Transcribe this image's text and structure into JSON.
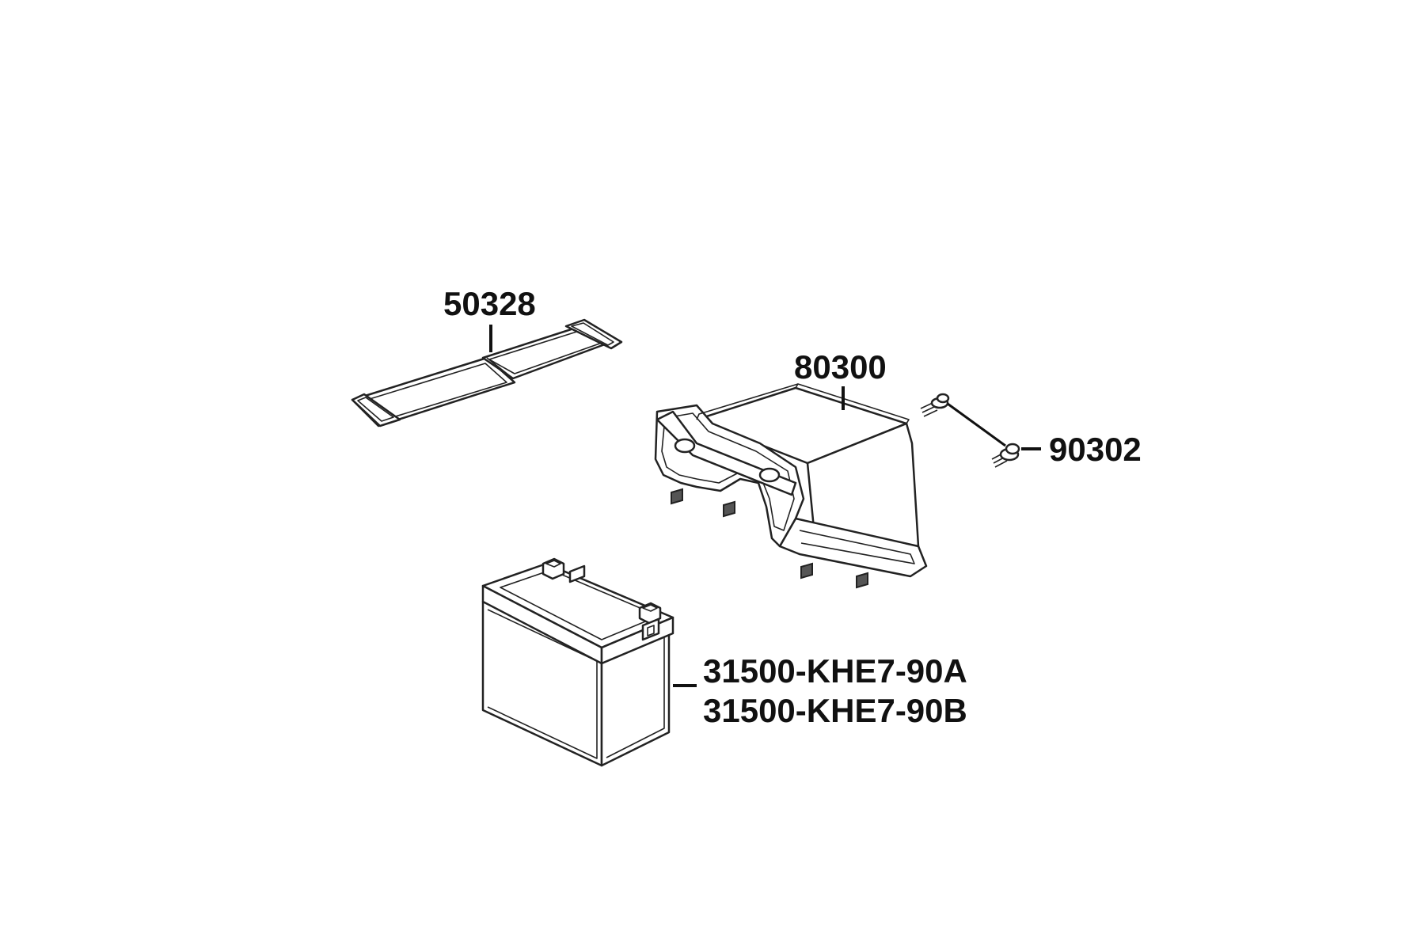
{
  "diagram": {
    "parts": [
      {
        "id": "battery-strap",
        "number": "50328"
      },
      {
        "id": "battery-cover",
        "number": "80300"
      },
      {
        "id": "cover-screw",
        "number": "90302"
      },
      {
        "id": "battery",
        "numbers": [
          "31500-KHE7-90A",
          "31500-KHE7-90B"
        ]
      }
    ],
    "colors": {
      "line": "#222222",
      "background": "#ffffff",
      "label": "#111111"
    }
  }
}
